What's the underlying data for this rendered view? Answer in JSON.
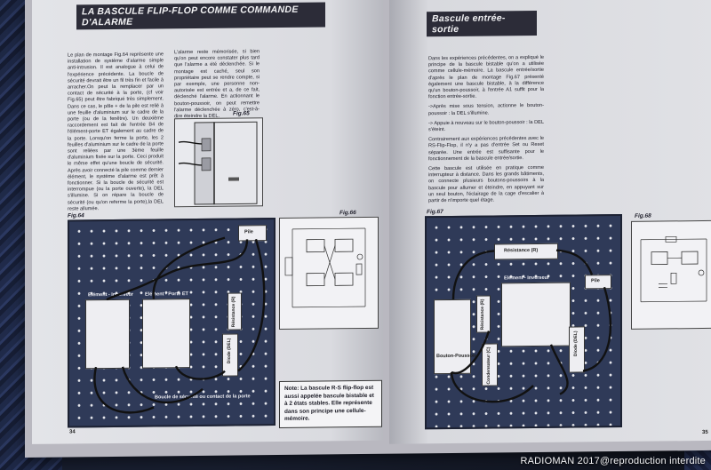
{
  "left_page": {
    "title": "LA BASCULE FLIP-FLOP COMME COMMANDE D'ALARME",
    "col1": [
      "Le plan de montage Fig.64 représente une installation de système d'alarme simple anti-intrusion. Il est analogue à celui de l'expérience précédente. La boucle de sécurité devrait être un fil très fin et facile à arracher.On peut la remplacer par un contact de sécurité à la porte, (cf voir Fig.65) peut être fabriqué très simplement. Dans ce cas, le pôle + de la pile est relié à une feuille d'aluminium sur le cadre de la porte (ou de la fenêtre). Un deuxième raccordement est fait de l'entrée B4 de l'élément-porte ET également au cadre de la porte. Lorsqu'on ferme la porte, les 2 feuilles d'aluminium sur le cadre de la porte sont reliées par une 3ème feuille d'aluminium fixée sur la porte. Ceci produit le même effet qu'une boucle de sécurité. Après avoir connecté la pile comme dernier élément, le système d'alarme est prêt à fonctionner. Si la boucle de sécurité est interrompue (ou la porte ouverte), la DEL s'illumine. Si on répare la boucle de sécurité (ou qu'on referme la porte),la DEL reste allumée."
    ],
    "col2": [
      "L'alarme reste mémorisée, si bien qu'on peut encore constater plus tard que l'alarme a été déclenchée. Si le montage est caché, seul son propriétaire peut se rendre compte, si par exemple, une personne non-autorisée est entrée et a, de ce fait, déclenché l'alarme. En actionnant le bouton-poussoir, on peut remettre l'alarme déclenchée à zéro, c'est-à-dire éteindre la DEL."
    ],
    "fig65": "Fig.65",
    "fig64": "Fig.64",
    "fig66": "Fig.66",
    "fig64_labels": {
      "element_inverseur": "Elément - Inverseur",
      "element_porte": "Elément - Porte ET",
      "resistance": "Résistance (R)",
      "diode": "Diode (DEL)",
      "pile": "Pile",
      "boucle": "Boucle de sécurité ou contact de la porte"
    },
    "note": "Note: La bascule R-S flip-flop est aussi appelée bascule bistable et à 2 états stables. Elle représente dans son principe une cellule-mémoire.",
    "page_number": "34"
  },
  "right_page": {
    "title": "Bascule entrée-sortie",
    "col1": [
      "Dans les expériences précédentes, on a expliqué le principe de la bascule bistable qu'on a utilisée comme cellule-mémoire. La bascule entrée/sortie d'après le plan de montage Fig.67 présenté également une bascule bistable, à la différence qu'un bouton-poussoir, à l'entrée A1 suffit pour la fonction entrée-sortie.",
      "->Après mise sous tension, actionne le bouton-poussoir : la DEL s'illumine.",
      "-> Appuie à nouveau sur le bouton-poussoir : la DEL s'éteint.",
      "Contrairement aux expériences précédentes avec le RS-Flip-Flop, il n'y a pas d'entrée Set ou Reset séparée. Une entrée est suffisante pour le fonctionnement de la bascule entrée/sortie.",
      "Cette bascule est utilisée en pratique comme interrupteur à distance. Dans les grands bâtiments, on connecte plusieurs boutons-poussoirs à la bascule pour allumer et éteindre, en appuyant sur un seul bouton, l'éclairage de la cage d'escalier à partir de n'importe quel étage."
    ],
    "fig67": "Fig.67",
    "fig68": "Fig.68",
    "fig67_labels": {
      "resistance_top": "Résistance (R)",
      "element_inverseur": "Elément - Inverseur",
      "resistance_side": "Résistance (R)",
      "condensateur": "Condensateur (C)",
      "bouton": "Bouton-Poussoir",
      "diode": "Diode (DEL)",
      "pile": "Pile"
    },
    "page_number": "35"
  },
  "watermark": "RADIOMAN 2017@reproduction interdite"
}
